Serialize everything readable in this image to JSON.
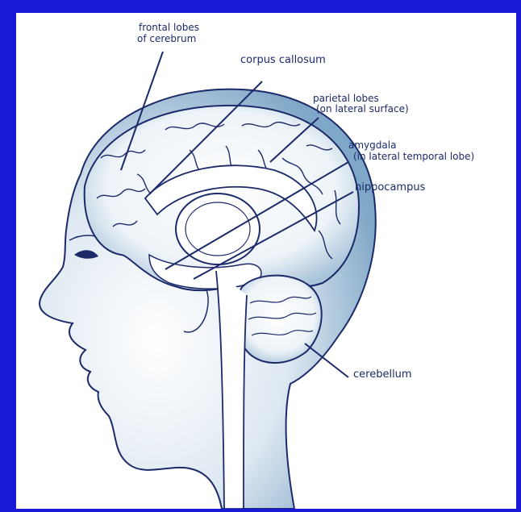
{
  "colors": {
    "frame": "#1a1ad6",
    "panel": "#ffffff",
    "ink": "#1c2a6a",
    "shade": "#7fa7c7"
  },
  "labels": {
    "frontal_line1": "frontal lobes",
    "frontal_line2": "of cerebrum",
    "corpus_callosum": "corpus callosum",
    "parietal_line1": "parietal lobes",
    "parietal_line2": "(on lateral surface)",
    "amygdala_line1": "amygdala",
    "amygdala_line2": "(in lateral temporal lobe)",
    "hippocampus": "hippocampus",
    "cerebellum": "cerebellum"
  }
}
